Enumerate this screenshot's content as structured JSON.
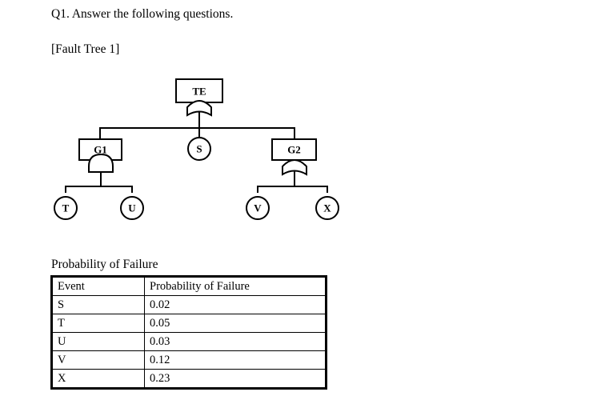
{
  "document": {
    "question_heading": "Q1. Answer the following questions.",
    "section_label": "[Fault Tree 1]",
    "table_caption": "Probability of Failure"
  },
  "fault_tree": {
    "title": "Fault Tree 1",
    "nodes": {
      "top_event": {
        "label": "TE",
        "shape": "rectangle",
        "gate": "or-gate"
      },
      "gate_g1": {
        "label": "G1",
        "shape": "rectangle",
        "gate": "and-gate"
      },
      "gate_g2": {
        "label": "G2",
        "shape": "rectangle",
        "gate": "or-gate"
      },
      "basic_s": {
        "label": "S",
        "shape": "circle"
      },
      "basic_t": {
        "label": "T",
        "shape": "circle"
      },
      "basic_u": {
        "label": "U",
        "shape": "circle"
      },
      "basic_v": {
        "label": "V",
        "shape": "circle"
      },
      "basic_x": {
        "label": "X",
        "shape": "circle"
      }
    }
  },
  "probability_table": {
    "caption": "Probability of Failure",
    "headers": [
      "Event",
      "Probability of Failure"
    ],
    "rows": [
      {
        "event": "S",
        "probability": "0.02"
      },
      {
        "event": "T",
        "probability": "0.05"
      },
      {
        "event": "U",
        "probability": "0.03"
      },
      {
        "event": "V",
        "probability": "0.12"
      },
      {
        "event": "X",
        "probability": "0.23"
      }
    ]
  },
  "colors": {
    "background": "#ffffff",
    "ink": "#000000"
  }
}
